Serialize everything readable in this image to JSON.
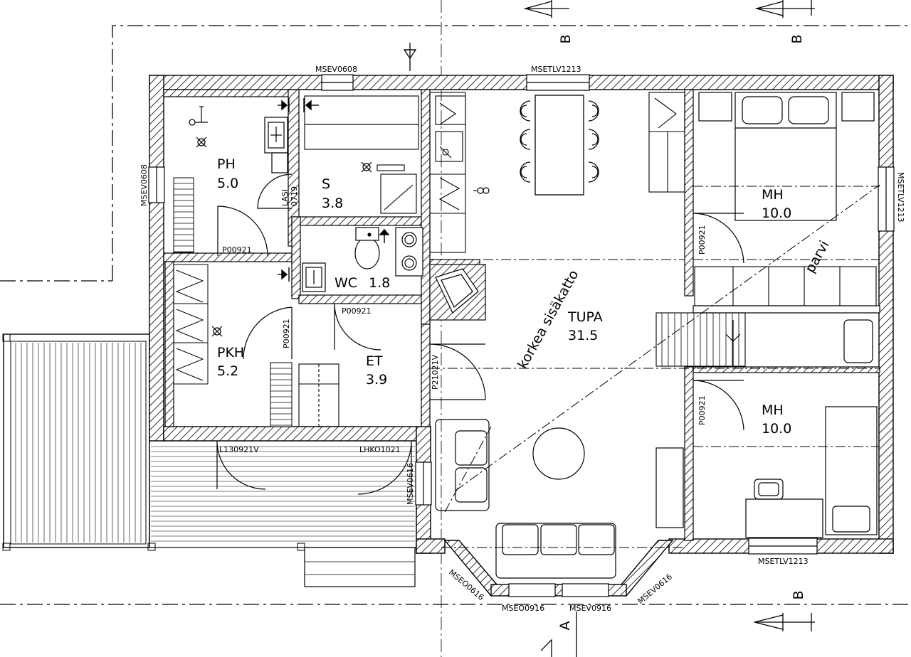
{
  "rooms": {
    "ph": {
      "name": "PH",
      "area": "5.0"
    },
    "s": {
      "name": "S",
      "area": "3.8"
    },
    "wc": {
      "name": "WC",
      "area": "1.8"
    },
    "pkh": {
      "name": "PKH",
      "area": "5.2"
    },
    "et": {
      "name": "ET",
      "area": "3.9"
    },
    "tupa": {
      "name": "TUPA",
      "area": "31.5"
    },
    "mh1": {
      "name": "MH",
      "area": "10.0"
    },
    "mh2": {
      "name": "MH",
      "area": "10.0"
    }
  },
  "notes": {
    "ceiling": "korkea  sisäkatto",
    "loft": "parvi",
    "glass": "LASI",
    "glass_code": "0719"
  },
  "codes": {
    "top_left_window": "MSEV0608",
    "top_mid_window": "MSETLV1213",
    "left_window": "MSEV0608",
    "right_window": "MSETLV1213",
    "door_ph": "P00921",
    "door_wc": "P00921",
    "door_pkh": "P00921",
    "door_mh1": "P00921",
    "door_mh2": "P00921",
    "door_et": "P21021V",
    "entry_left": "L130921V",
    "entry_right": "LHKO1021",
    "terrace_window": "MSEV0616",
    "bay_left": "MSEO0616",
    "bay_mid_left": "MSEO0916",
    "bay_mid_right": "MSEV0916",
    "bay_right": "MSEV0616",
    "bottom_right_window": "MSETLV1213"
  },
  "sections": {
    "b_top_1": "B",
    "b_top_2": "B",
    "b_bottom": "B",
    "a_bottom": "A"
  }
}
